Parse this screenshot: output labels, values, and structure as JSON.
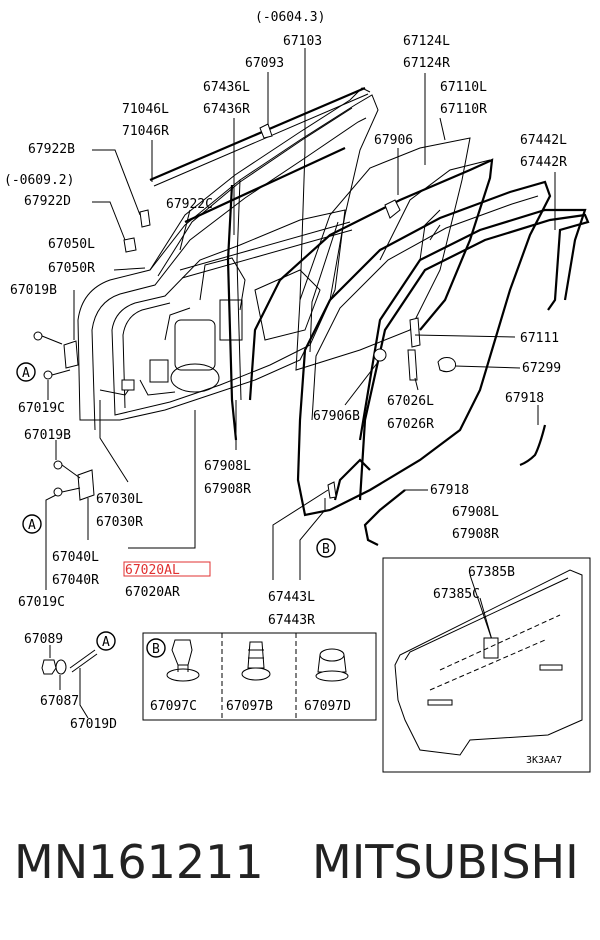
{
  "labels": {
    "period_0604": "(-0604.3)",
    "p67103": "67103",
    "p67124L": "67124L",
    "p67124R": "67124R",
    "p67093": "67093",
    "p67436L": "67436L",
    "p67436R": "67436R",
    "p67110L": "67110L",
    "p67110R": "67110R",
    "p71046L": "71046L",
    "p71046R": "71046R",
    "p67906": "67906",
    "p67442L": "67442L",
    "p67442R": "67442R",
    "p67922B": "67922B",
    "period_0609": "(-0609.2)",
    "p67922D": "67922D",
    "p67922C": "67922C",
    "p67050L": "67050L",
    "p67050R": "67050R",
    "p67019B_top": "67019B",
    "p67111": "67111",
    "p67299": "67299",
    "p67019C_top": "67019C",
    "p67906B": "67906B",
    "p67026L": "67026L",
    "p67026R": "67026R",
    "p67918_right": "67918",
    "p67019B_mid": "67019B",
    "p67908L_mid": "67908L",
    "p67908R_mid": "67908R",
    "p67030L": "67030L",
    "p67030R": "67030R",
    "p67918_mid": "67918",
    "p67908L_right": "67908L",
    "p67908R_right": "67908R",
    "p67040L": "67040L",
    "p67040R": "67040R",
    "p67020AL": "67020AL",
    "p67020AR": "67020AR",
    "p67385B": "67385B",
    "p67385C": "67385C",
    "p67019C_bottom": "67019C",
    "p67443L": "67443L",
    "p67443R": "67443R",
    "p67089": "67089",
    "p67087": "67087",
    "p67019D": "67019D",
    "p67097C": "67097C",
    "p67097B": "67097B",
    "p67097D": "67097D",
    "ref_code": "3K3AA7",
    "callout_A": "A",
    "callout_B": "B"
  },
  "highlight_color": "#e03030",
  "footer": {
    "part_number": "MN161211",
    "brand": "MITSUBISHI"
  }
}
